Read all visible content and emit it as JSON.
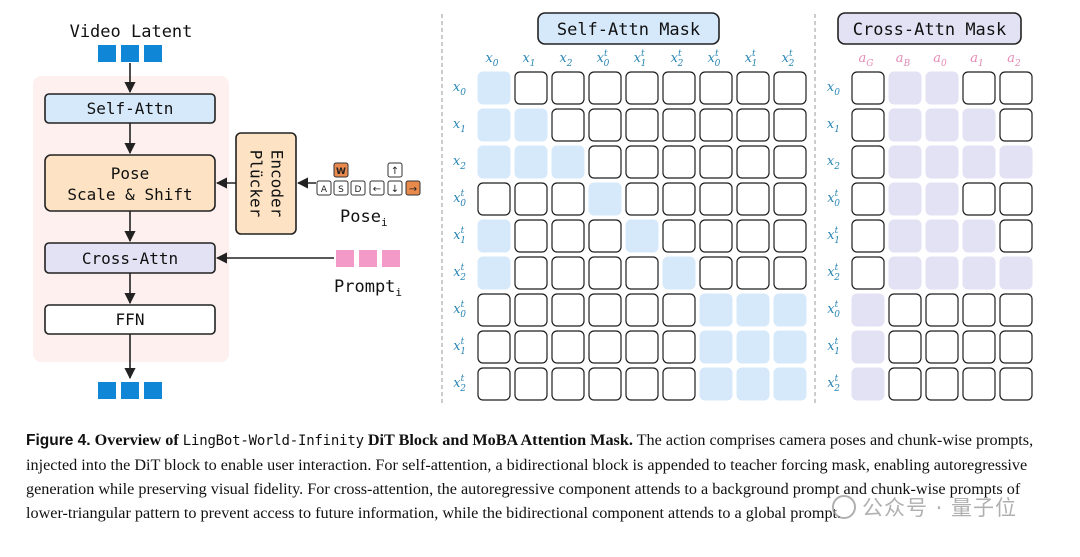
{
  "block_diagram": {
    "input_label": "Video Latent",
    "modules": {
      "self_attn": "Self-Attn",
      "pose_line1": "Pose",
      "pose_line2": "Scale & Shift",
      "cross_attn": "Cross-Attn",
      "ffn": "FFN"
    },
    "encoder": {
      "line1": "Plücker",
      "line2": "Encoder"
    },
    "keys": {
      "w": "W",
      "a": "A",
      "s": "S",
      "d": "D",
      "left": "←",
      "up": "↑",
      "down": "↓",
      "right": "→"
    },
    "pose_label": "Pose",
    "prompt_label": "Prompt",
    "index_subscript": "i",
    "colors": {
      "latent_token": "#0f86d6",
      "prompt_token": "#f49ac9",
      "self_attn_fill": "#d6e9fb",
      "pose_fill": "#fde3c4",
      "cross_attn_fill": "#e3e2f4",
      "block_bg": "#fdf0ef",
      "key_w": "#e98a4c",
      "key_right": "#e98a4c"
    }
  },
  "self_attn_mask": {
    "title": "Self-Attn Mask",
    "columns": [
      {
        "base": "x",
        "sub": "0",
        "sup": ""
      },
      {
        "base": "x",
        "sub": "1",
        "sup": ""
      },
      {
        "base": "x",
        "sub": "2",
        "sup": ""
      },
      {
        "base": "x",
        "sub": "0",
        "sup": "t"
      },
      {
        "base": "x",
        "sub": "1",
        "sup": "t"
      },
      {
        "base": "x",
        "sub": "2",
        "sup": "t"
      },
      {
        "base": "x",
        "sub": "0",
        "sup": "t"
      },
      {
        "base": "x",
        "sub": "1",
        "sup": "t"
      },
      {
        "base": "x",
        "sub": "2",
        "sup": "t"
      }
    ],
    "rows": [
      {
        "base": "x",
        "sub": "0",
        "sup": ""
      },
      {
        "base": "x",
        "sub": "1",
        "sup": ""
      },
      {
        "base": "x",
        "sub": "2",
        "sup": ""
      },
      {
        "base": "x",
        "sub": "0",
        "sup": "t"
      },
      {
        "base": "x",
        "sub": "1",
        "sup": "t"
      },
      {
        "base": "x",
        "sub": "2",
        "sup": "t"
      },
      {
        "base": "x",
        "sub": "0",
        "sup": "t"
      },
      {
        "base": "x",
        "sub": "1",
        "sup": "t"
      },
      {
        "base": "x",
        "sub": "2",
        "sup": "t"
      }
    ],
    "mask": [
      [
        1,
        0,
        0,
        0,
        0,
        0,
        0,
        0,
        0
      ],
      [
        1,
        1,
        0,
        0,
        0,
        0,
        0,
        0,
        0
      ],
      [
        1,
        1,
        1,
        0,
        0,
        0,
        0,
        0,
        0
      ],
      [
        0,
        0,
        0,
        1,
        0,
        0,
        0,
        0,
        0
      ],
      [
        1,
        0,
        0,
        0,
        1,
        0,
        0,
        0,
        0
      ],
      [
        1,
        0,
        0,
        0,
        0,
        1,
        0,
        0,
        0
      ],
      [
        0,
        0,
        0,
        0,
        0,
        0,
        1,
        1,
        1
      ],
      [
        0,
        0,
        0,
        0,
        0,
        0,
        1,
        1,
        1
      ],
      [
        0,
        0,
        0,
        0,
        0,
        0,
        1,
        1,
        1
      ]
    ],
    "active_color": "#d6e9fb",
    "label_color": "#2a86b4"
  },
  "cross_attn_mask": {
    "title": "Cross-Attn Mask",
    "columns": [
      {
        "base": "a",
        "sub": "G",
        "sup": ""
      },
      {
        "base": "a",
        "sub": "B",
        "sup": ""
      },
      {
        "base": "a",
        "sub": "0",
        "sup": ""
      },
      {
        "base": "a",
        "sub": "1",
        "sup": ""
      },
      {
        "base": "a",
        "sub": "2",
        "sup": ""
      }
    ],
    "rows": [
      {
        "base": "x",
        "sub": "0",
        "sup": ""
      },
      {
        "base": "x",
        "sub": "1",
        "sup": ""
      },
      {
        "base": "x",
        "sub": "2",
        "sup": ""
      },
      {
        "base": "x",
        "sub": "0",
        "sup": "t"
      },
      {
        "base": "x",
        "sub": "1",
        "sup": "t"
      },
      {
        "base": "x",
        "sub": "2",
        "sup": "t"
      },
      {
        "base": "x",
        "sub": "0",
        "sup": "t"
      },
      {
        "base": "x",
        "sub": "1",
        "sup": "t"
      },
      {
        "base": "x",
        "sub": "2",
        "sup": "t"
      }
    ],
    "mask": [
      [
        0,
        1,
        1,
        0,
        0
      ],
      [
        0,
        1,
        1,
        1,
        0
      ],
      [
        0,
        1,
        1,
        1,
        1
      ],
      [
        0,
        1,
        1,
        0,
        0
      ],
      [
        0,
        1,
        1,
        1,
        0
      ],
      [
        0,
        1,
        1,
        1,
        1
      ],
      [
        1,
        0,
        0,
        0,
        0
      ],
      [
        1,
        0,
        0,
        0,
        0
      ],
      [
        1,
        0,
        0,
        0,
        0
      ]
    ],
    "active_color": "#e3e2f4",
    "label_color": "#2a86b4",
    "column_label_color": "#e58ab5"
  },
  "caption": {
    "figure_number": "Figure 4.",
    "title_prefix": "Overview of",
    "model_name": "LingBot-World-Infinity",
    "title_suffix": "DiT Block and MoBA Attention Mask.",
    "body": "The action comprises camera poses and chunk-wise prompts, injected into the DiT block to enable user interaction. For self-attention, a bidirectional block is appended to teacher forcing mask, enabling autoregressive generation while preserving visual fidelity. For cross-attention, the autoregressive component attends to a background prompt and chunk-wise prompts of lower-triangular pattern to prevent access to future information, while the bidirectional component attends to a global prompt."
  },
  "watermark": {
    "text": "公众号 · 量子位"
  }
}
